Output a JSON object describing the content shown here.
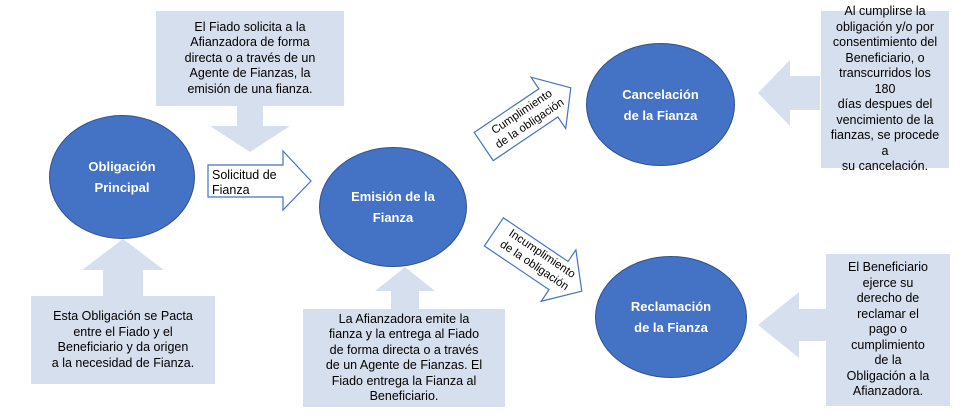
{
  "colors": {
    "ellipse_fill": "#4472c4",
    "ellipse_stroke": "#2f528f",
    "note_fill": "#d6dfee",
    "arrow_fill": "#d6dfee",
    "outline_arrow_stroke": "#4472c4"
  },
  "nodes": {
    "obligacion": "Obligación\nPrincipal",
    "emision": "Emisión de la\nFianza",
    "cancelacion": "Cancelación\nde la Fianza",
    "reclamacion": "Reclamación\nde la Fianza"
  },
  "notes": {
    "solicitud_fiado": "El Fiado solicita a la\nAfianzadora de forma\ndirecta o a través de un\nAgente de Fianzas, la\nemisión de una fianza.",
    "cancelacion_cumplirse": "Al cumplirse la\nobligación y/o por\nconsentimiento del\nBeneficiario, o\ntranscurridos los 180\ndías despues del\nvencimiento de la\nfianzas, se procede a\nsu cancelación.",
    "obligacion_pacta": "Esta Obligación se Pacta\nentre el Fiado y el\nBeneficiario y da origen\na la necesidad de Fianza.",
    "afianzadora_emite": "La Afianzadora emite la\nfianza y la entrega al Fiado\nde forma directa o a través\nde un Agente de Fianzas.  El\nFiado entrega la Fianza al\nBeneficiario.",
    "beneficiario_ejerce": "El Beneficiario\nejerce su\nderecho de\nreclamar el\npago o\ncumplimiento\nde la\nObligación a la\nAfianzadora."
  },
  "arrow_labels": {
    "solicitud": "Solicitud de\nFianza",
    "cumplimiento": "Cumplimiento\nde la obligación",
    "incumplimiento": "Incumplimiento\nde la obligación"
  }
}
